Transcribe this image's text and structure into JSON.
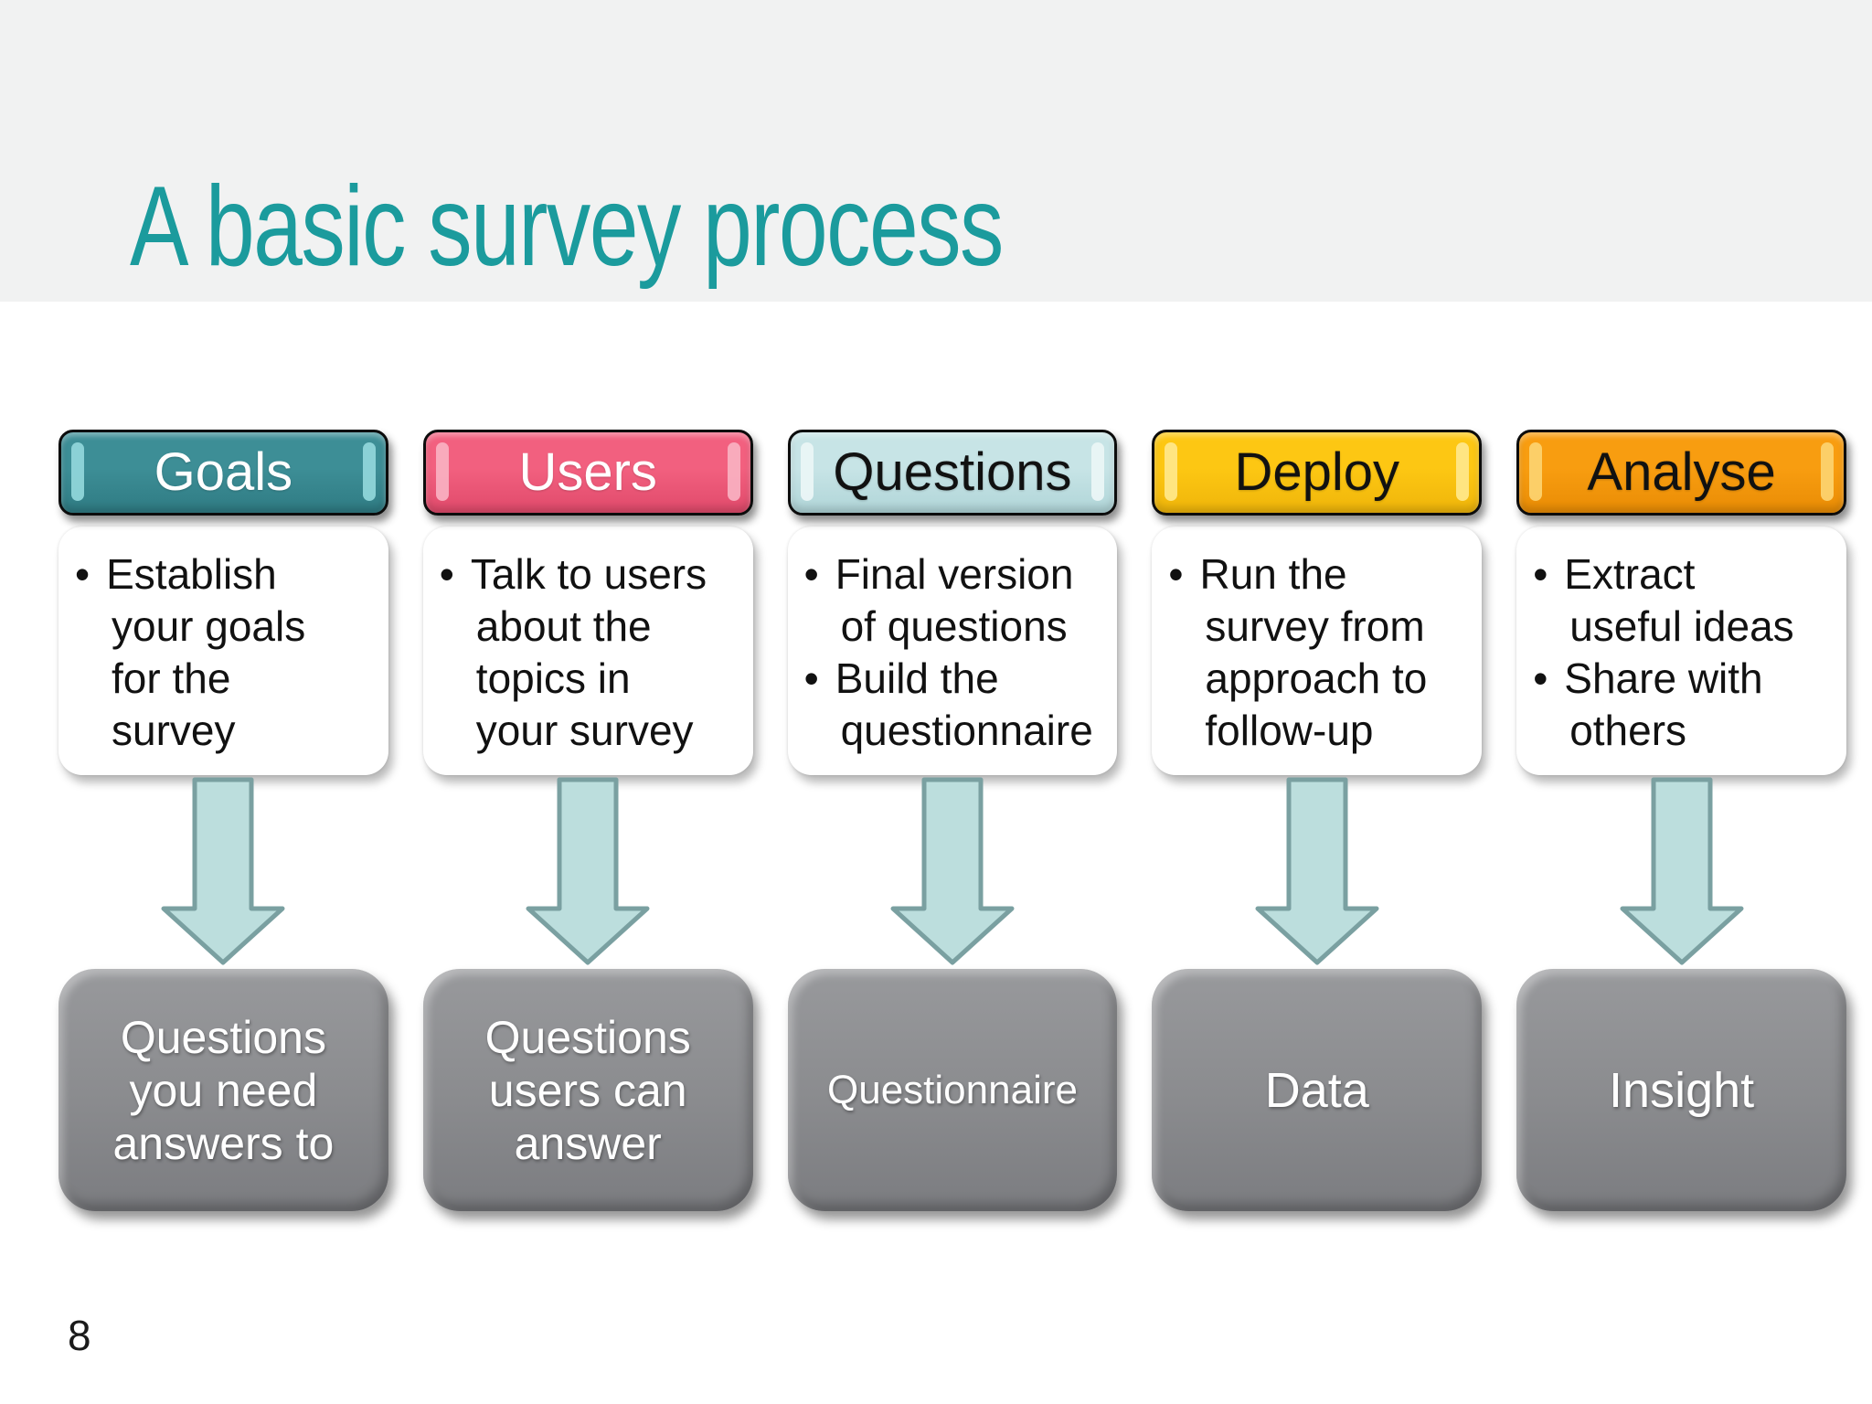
{
  "slide": {
    "title": "A basic survey process",
    "page_number": "8"
  },
  "theme": {
    "band_color": "#f1f2f2",
    "page_bg": "#ffffff",
    "title_color": "#1b9b9d",
    "arrow_fill": "#bcdedd",
    "arrow_stroke": "#7aa0a1",
    "result_fill": "#8a8b8e",
    "result_text": "#ffffff",
    "bullet_text": "#111111"
  },
  "stages": [
    {
      "label": "Goals",
      "colors": {
        "fill": "#3d8e96",
        "fill_dark": "#2f7b83",
        "fill_light": "#8fd5d9",
        "text": "#ffffff"
      },
      "bullets": [
        "Establish\nyour goals\nfor the\nsurvey"
      ],
      "result": "Questions\nyou need\nanswers to"
    },
    {
      "label": "Users",
      "colors": {
        "fill": "#f2607f",
        "fill_dark": "#e04a6b",
        "fill_light": "#f9afc0",
        "text": "#ffffff"
      },
      "bullets": [
        "Talk to users\nabout the\ntopics in\nyour survey"
      ],
      "result": "Questions\nusers can\nanswer"
    },
    {
      "label": "Questions",
      "colors": {
        "fill": "#c7e4e6",
        "fill_dark": "#b0d5d8",
        "fill_light": "#eaf6f6",
        "text": "#111111"
      },
      "bullets": [
        "Final version\nof questions",
        "Build the\nquestionnaire"
      ],
      "result": "Questionnaire"
    },
    {
      "label": "Deploy",
      "colors": {
        "fill": "#fdc713",
        "fill_dark": "#efb50a",
        "fill_light": "#ffe788",
        "text": "#111111"
      },
      "bullets": [
        "Run the\nsurvey from\napproach to\nfollow-up"
      ],
      "result": "Data"
    },
    {
      "label": "Analyse",
      "colors": {
        "fill": "#f89d10",
        "fill_dark": "#e98c05",
        "fill_light": "#fcd26e",
        "text": "#111111"
      },
      "bullets": [
        "Extract\nuseful ideas",
        "Share with\nothers"
      ],
      "result": "Insight"
    }
  ]
}
